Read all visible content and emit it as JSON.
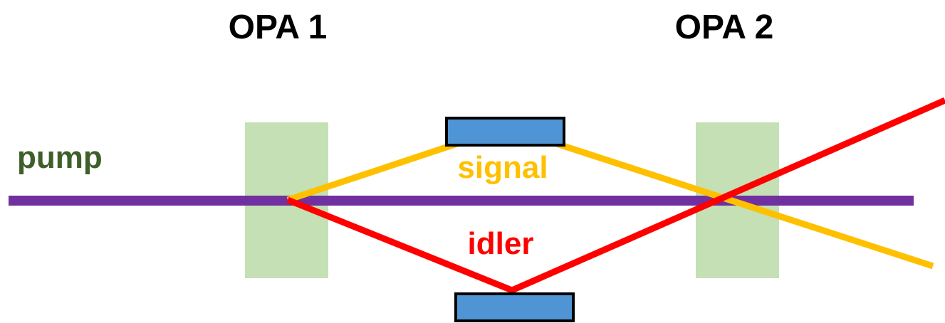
{
  "labels": {
    "opa1": "OPA 1",
    "opa2": "OPA 2",
    "pump": "pump",
    "signal": "signal",
    "idler": "idler"
  },
  "colors": {
    "pump": "#7030a0",
    "pump_label": "#3f5f2a",
    "signal": "#ffc000",
    "idler": "#ff0000",
    "crystal": "#c5e0b4",
    "mirror": "#4f94d4",
    "mirror_border": "#000000",
    "title": "#000000"
  }
}
